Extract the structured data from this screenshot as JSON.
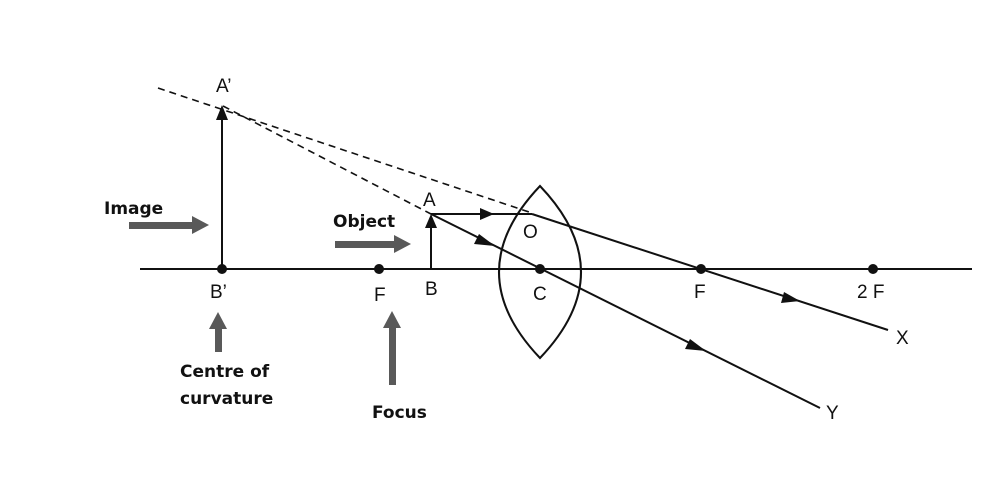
{
  "labels": {
    "a_prime": "A’",
    "a": "A",
    "o": "O",
    "b_prime": "B’",
    "f_left": "F",
    "b": "B",
    "c": "C",
    "f_right": "F",
    "two_f": "2 F",
    "x": "X",
    "y": "Y"
  },
  "captions": {
    "image": "Image",
    "object": "Object",
    "centre_line1": "Centre of",
    "centre_line2": "curvature",
    "focus": "Focus"
  },
  "colors": {
    "ink": "#111111",
    "callout_arrow": "#595959"
  }
}
